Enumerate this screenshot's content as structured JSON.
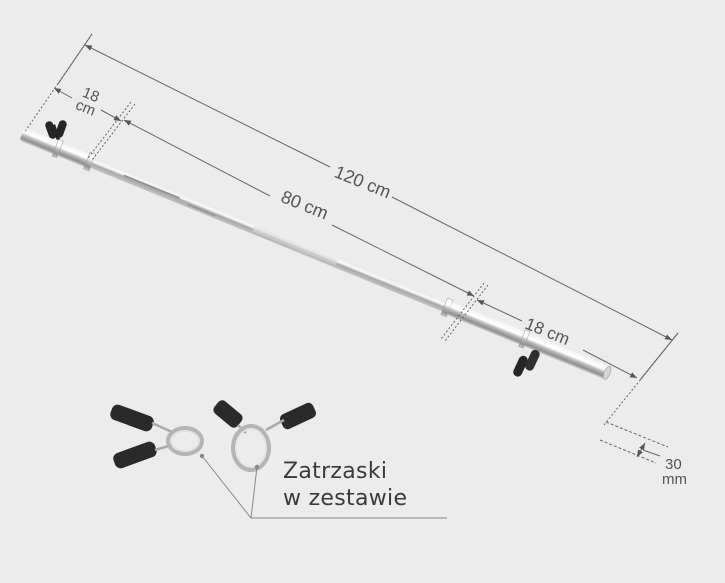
{
  "diagram": {
    "subject": "chrome barbell bar with spring collars",
    "dimensions": {
      "total_length": "120 cm",
      "grip_length": "80 cm",
      "left_sleeve_line1": "18",
      "left_sleeve_line2": "cm",
      "right_sleeve": "18 cm",
      "diameter_line1": "30",
      "diameter_line2": "mm"
    },
    "callout": {
      "line1": "Zatrzaski",
      "line2": "w zestawie"
    },
    "colors": {
      "background": "#ececec",
      "dimension_line": "#666666",
      "text": "#555555",
      "collar_grip": "#2b2b2b",
      "chrome": "#c8c8c8"
    }
  }
}
